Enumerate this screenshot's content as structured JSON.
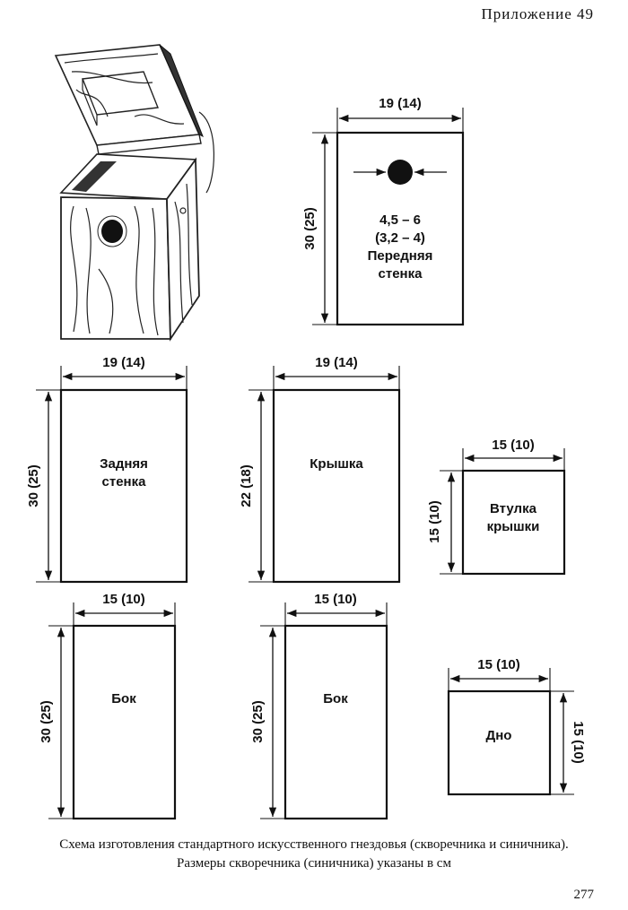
{
  "header": {
    "text": "Приложение 49"
  },
  "front": {
    "width_label": "19 (14)",
    "height_label": "30 (25)",
    "hole_label_1": "4,5 – 6",
    "hole_label_2": "(3,2 – 4)",
    "name_1": "Передняя",
    "name_2": "стенка"
  },
  "back": {
    "width_label": "19 (14)",
    "height_label": "30 (25)",
    "name_1": "Задняя",
    "name_2": "стенка"
  },
  "roof": {
    "width_label": "19 (14)",
    "height_label": "22 (18)",
    "name": "Крышка"
  },
  "sleeve": {
    "width_label": "15 (10)",
    "height_label": "15 (10)",
    "name_1": "Втулка",
    "name_2": "крышки"
  },
  "side_left": {
    "width_label": "15 (10)",
    "height_label": "30 (25)",
    "name": "Бок"
  },
  "side_right": {
    "width_label": "15 (10)",
    "height_label": "30 (25)",
    "name": "Бок"
  },
  "bottom": {
    "width_label": "15 (10)",
    "height_label": "15 (10)",
    "name": "Дно"
  },
  "caption": {
    "line_1": "Схема изготовления стандартного искусственного гнездовья (скворечника и синичника).",
    "line_2": "Размеры скворечника (синичника) указаны в см"
  },
  "page_number": "277",
  "illustration": {
    "icon": "birdhouse-sketch-icon"
  }
}
